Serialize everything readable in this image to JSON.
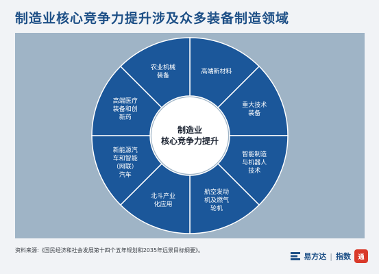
{
  "title": "制造业核心竞争力提升涉及众多装备制造领域",
  "center_lines": [
    "制造业",
    "核心竞争力提升"
  ],
  "segments": [
    {
      "lines": [
        "高端新材料"
      ]
    },
    {
      "lines": [
        "重大技术",
        "装备"
      ]
    },
    {
      "lines": [
        "智能制造",
        "与机器人",
        "技术"
      ]
    },
    {
      "lines": [
        "航空发动",
        "机及燃气",
        "轮机"
      ]
    },
    {
      "lines": [
        "北斗产业",
        "化应用"
      ]
    },
    {
      "lines": [
        "新能源汽",
        "车和智能",
        "（网联）",
        "汽车"
      ]
    },
    {
      "lines": [
        "高端医疗",
        "装备和创",
        "新药"
      ]
    },
    {
      "lines": [
        "农业机械",
        "装备"
      ]
    }
  ],
  "source": "资料来源:《国民经济和社会发展第十四个五年规划和2035年远景目标纲要》。",
  "brand": {
    "name": "易方达",
    "separator": "|",
    "product": "指数",
    "stamp": "通"
  },
  "colors": {
    "segment": "#1b579a",
    "panel": "#9fb4c6",
    "center": "#ffffff",
    "title": "#1d4f86"
  }
}
